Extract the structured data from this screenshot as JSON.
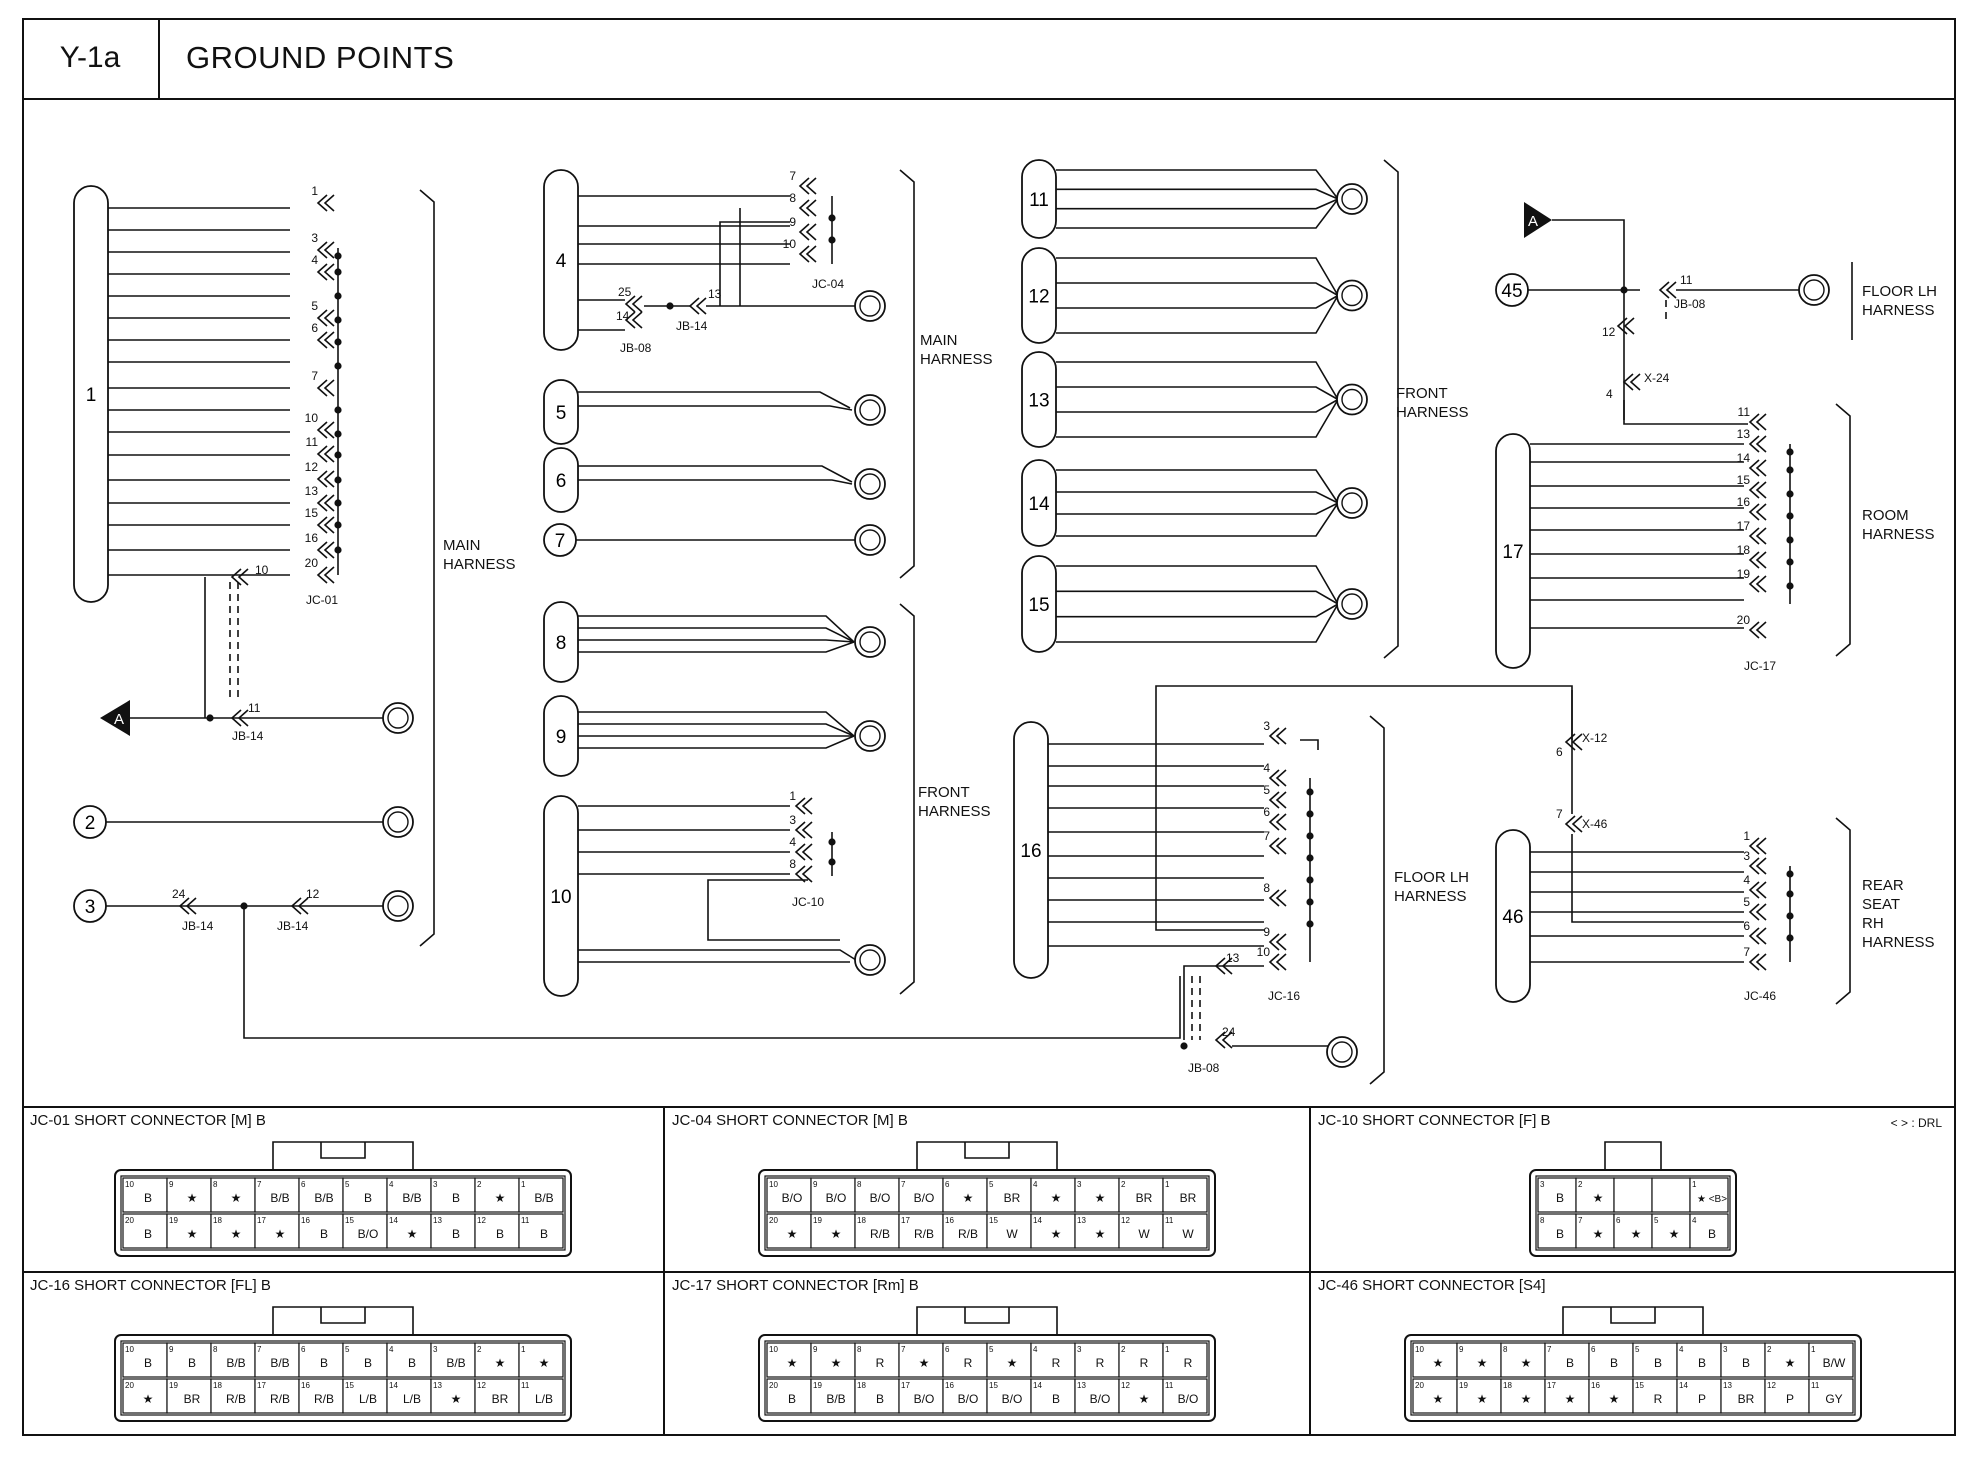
{
  "header": {
    "id": "Y-1a",
    "title": "GROUND POINTS"
  },
  "diagram": {
    "ground_numbers": [
      "1",
      "2",
      "3",
      "4",
      "5",
      "6",
      "7",
      "8",
      "9",
      "10",
      "11",
      "12",
      "13",
      "14",
      "15",
      "16",
      "17",
      "45",
      "46"
    ],
    "harness_labels": {
      "main_harness_1": "MAIN HARNESS",
      "main_harness_2": "MAIN HARNESS",
      "front_harness_1": "FRONT HARNESS",
      "front_harness_2": "FRONT HARNESS",
      "floor_lh_1": "FLOOR LH HARNESS",
      "floor_lh_2": "FLOOR LH HARNESS",
      "room": "ROOM HARNESS",
      "rear_seat_rh": "REAR SEAT RH HARNESS"
    },
    "connector_labels": [
      "JC-01",
      "JB-14",
      "JB-14",
      "JB-14",
      "JC-04",
      "JB-08",
      "JB-14",
      "JC-10",
      "JC-16",
      "JB-08",
      "JB-08",
      "X-24",
      "X-12",
      "X-46",
      "JC-17",
      "JC-46"
    ],
    "marker": "A",
    "jc01_pins": [
      "1",
      "3",
      "4",
      "5",
      "6",
      "7",
      "10",
      "11",
      "12",
      "13",
      "15",
      "16",
      "20"
    ],
    "jc04_pins": [
      "7",
      "8",
      "9",
      "10"
    ],
    "jc10_pins": [
      "1",
      "3",
      "4",
      "8"
    ],
    "jc16_pins": [
      "3",
      "4",
      "5",
      "6",
      "7",
      "8",
      "9",
      "10"
    ],
    "jc17_pins": [
      "11",
      "13",
      "14",
      "15",
      "16",
      "17",
      "18",
      "19",
      "20"
    ],
    "jc46_pins": [
      "1",
      "3",
      "4",
      "5",
      "6",
      "7"
    ],
    "misc_pins": {
      "jb14_a": "10",
      "jb14_b": "11",
      "jb14_c": "24",
      "jb14_d": "12",
      "jb08_a": "25",
      "jb08_b": "14",
      "jb14_e": "13",
      "jb08_c": "13",
      "jb08_d": "24",
      "jb08_e": "11",
      "pin12": "12",
      "x24": "4",
      "x12": "6",
      "x46": "7"
    }
  },
  "connectors": [
    {
      "title": "JC-01 SHORT CONNECTOR [M] B",
      "top": [
        [
          "10",
          "B"
        ],
        [
          "9",
          "★"
        ],
        [
          "8",
          "★"
        ],
        [
          "7",
          "B/B"
        ],
        [
          "6",
          "B/B"
        ],
        [
          "5",
          "B"
        ],
        [
          "4",
          "B/B"
        ],
        [
          "3",
          "B"
        ],
        [
          "2",
          "★"
        ],
        [
          "1",
          "B/B"
        ]
      ],
      "bottom": [
        [
          "20",
          "B"
        ],
        [
          "19",
          "★"
        ],
        [
          "18",
          "★"
        ],
        [
          "17",
          "★"
        ],
        [
          "16",
          "B"
        ],
        [
          "15",
          "B/O"
        ],
        [
          "14",
          "★"
        ],
        [
          "13",
          "B"
        ],
        [
          "12",
          "B"
        ],
        [
          "11",
          "B"
        ]
      ]
    },
    {
      "title": "JC-04 SHORT CONNECTOR [M] B",
      "top": [
        [
          "10",
          "B/O"
        ],
        [
          "9",
          "B/O"
        ],
        [
          "8",
          "B/O"
        ],
        [
          "7",
          "B/O"
        ],
        [
          "6",
          "★"
        ],
        [
          "5",
          "BR"
        ],
        [
          "4",
          "★"
        ],
        [
          "3",
          "★"
        ],
        [
          "2",
          "BR"
        ],
        [
          "1",
          "BR"
        ]
      ],
      "bottom": [
        [
          "20",
          "★"
        ],
        [
          "19",
          "★"
        ],
        [
          "18",
          "R/B"
        ],
        [
          "17",
          "R/B"
        ],
        [
          "16",
          "R/B"
        ],
        [
          "15",
          "W"
        ],
        [
          "14",
          "★"
        ],
        [
          "13",
          "★"
        ],
        [
          "12",
          "W"
        ],
        [
          "11",
          "W"
        ]
      ]
    },
    {
      "title": "JC-10 SHORT CONNECTOR [F] B",
      "note": "< > : DRL",
      "top": [
        [
          "3",
          "B"
        ],
        [
          "2",
          "★"
        ],
        [
          "",
          ""
        ],
        [
          "",
          ""
        ],
        [
          "1",
          "★ <B>"
        ]
      ],
      "bottom": [
        [
          "8",
          "B"
        ],
        [
          "7",
          "★"
        ],
        [
          "6",
          "★"
        ],
        [
          "5",
          "★"
        ],
        [
          "4",
          "B"
        ]
      ]
    },
    {
      "title": "JC-16 SHORT CONNECTOR [FL] B",
      "top": [
        [
          "10",
          "B"
        ],
        [
          "9",
          "B"
        ],
        [
          "8",
          "B/B"
        ],
        [
          "7",
          "B/B"
        ],
        [
          "6",
          "B"
        ],
        [
          "5",
          "B"
        ],
        [
          "4",
          "B"
        ],
        [
          "3",
          "B/B"
        ],
        [
          "2",
          "★"
        ],
        [
          "1",
          "★"
        ]
      ],
      "bottom": [
        [
          "20",
          "★"
        ],
        [
          "19",
          "BR"
        ],
        [
          "18",
          "R/B"
        ],
        [
          "17",
          "R/B"
        ],
        [
          "16",
          "R/B"
        ],
        [
          "15",
          "L/B"
        ],
        [
          "14",
          "L/B"
        ],
        [
          "13",
          "★"
        ],
        [
          "12",
          "BR"
        ],
        [
          "11",
          "L/B"
        ]
      ]
    },
    {
      "title": "JC-17 SHORT CONNECTOR [Rm] B",
      "top": [
        [
          "10",
          "★"
        ],
        [
          "9",
          "★"
        ],
        [
          "8",
          "R"
        ],
        [
          "7",
          "★"
        ],
        [
          "6",
          "R"
        ],
        [
          "5",
          "★"
        ],
        [
          "4",
          "R"
        ],
        [
          "3",
          "R"
        ],
        [
          "2",
          "R"
        ],
        [
          "1",
          "R"
        ]
      ],
      "bottom": [
        [
          "20",
          "B"
        ],
        [
          "19",
          "B/B"
        ],
        [
          "18",
          "B"
        ],
        [
          "17",
          "B/O"
        ],
        [
          "16",
          "B/O"
        ],
        [
          "15",
          "B/O"
        ],
        [
          "14",
          "B"
        ],
        [
          "13",
          "B/O"
        ],
        [
          "12",
          "★"
        ],
        [
          "11",
          "B/O"
        ]
      ]
    },
    {
      "title": "JC-46 SHORT CONNECTOR [S4]",
      "top": [
        [
          "10",
          "★"
        ],
        [
          "9",
          "★"
        ],
        [
          "8",
          "★"
        ],
        [
          "7",
          "B"
        ],
        [
          "6",
          "B"
        ],
        [
          "5",
          "B"
        ],
        [
          "4",
          "B"
        ],
        [
          "3",
          "B"
        ],
        [
          "2",
          "★"
        ],
        [
          "1",
          "B/W"
        ]
      ],
      "bottom": [
        [
          "20",
          "★"
        ],
        [
          "19",
          "★"
        ],
        [
          "18",
          "★"
        ],
        [
          "17",
          "★"
        ],
        [
          "16",
          "★"
        ],
        [
          "15",
          "R"
        ],
        [
          "14",
          "P"
        ],
        [
          "13",
          "BR"
        ],
        [
          "12",
          "P"
        ],
        [
          "11",
          "GY"
        ]
      ]
    }
  ]
}
